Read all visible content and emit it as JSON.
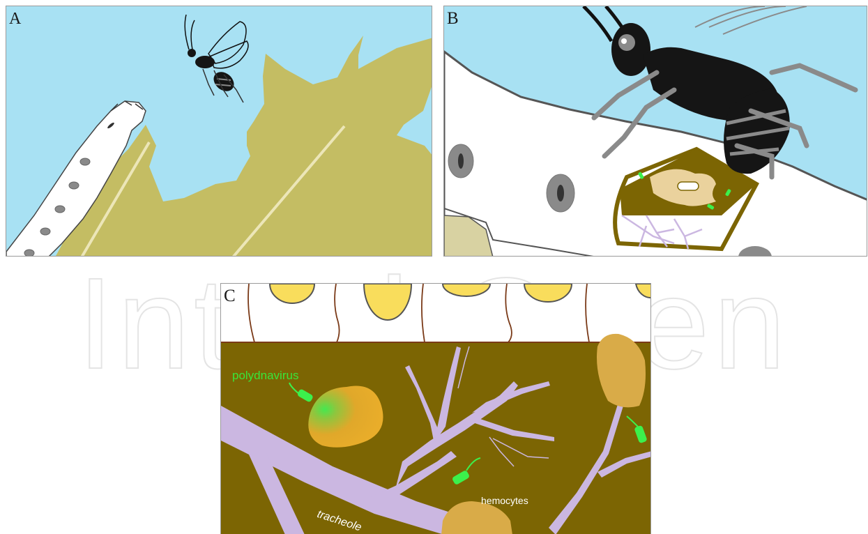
{
  "watermark": {
    "text": "IntechOpen"
  },
  "panels": {
    "a": {
      "letter": "A"
    },
    "b": {
      "letter": "B"
    },
    "c": {
      "letter": "C"
    }
  },
  "labels": {
    "polydnavirus": "polydnavirus",
    "hemocytes": "hemocytes",
    "tracheole": "tracheole"
  },
  "colors": {
    "sky": "#a8e1f3",
    "leaf": "#c4bd63",
    "hemolymph": "#7c6503",
    "trachea": "#cbb7e1",
    "hemocyte": "#e6b43a",
    "virus": "#3cf04c",
    "nucleus": "#f9dd5c",
    "wasp": "#151515"
  }
}
